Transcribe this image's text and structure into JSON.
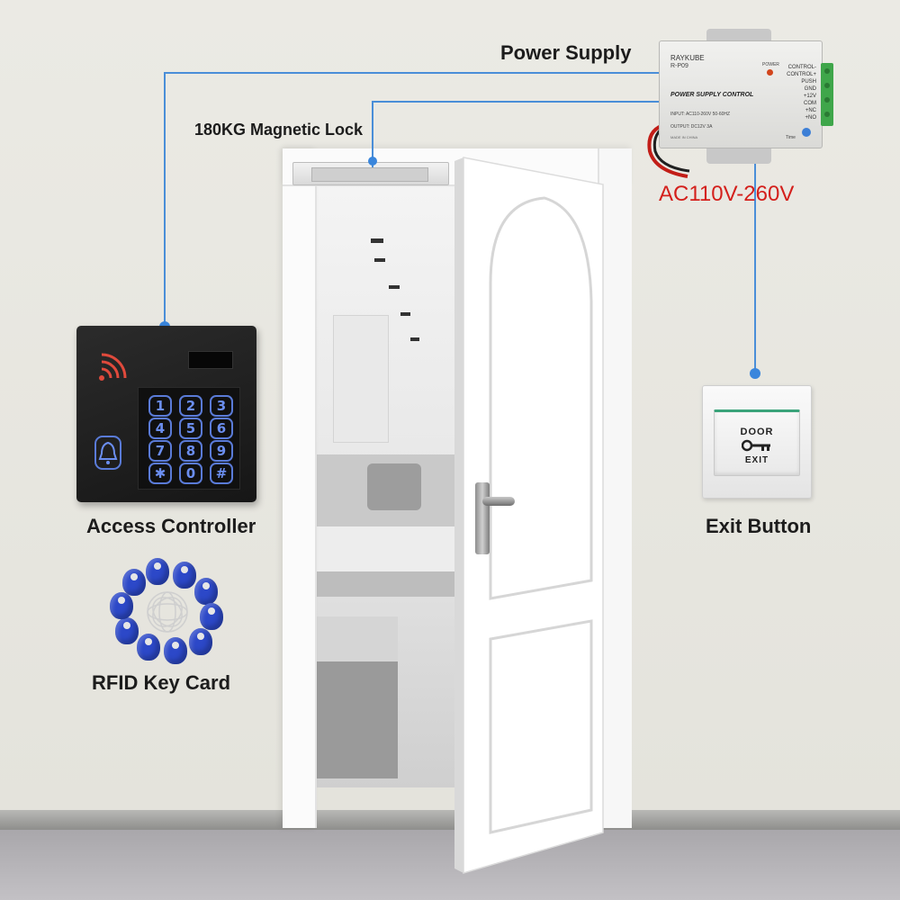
{
  "labels": {
    "power_supply": "Power Supply",
    "magnetic_lock": "180KG Magnetic Lock",
    "ac_voltage": "AC110V-260V",
    "access_controller": "Access Controller",
    "exit_button": "Exit Button",
    "rfid_key_card": "RFID Key Card"
  },
  "power_supply_unit": {
    "brand": "RAYKUBE",
    "model": "R-P09",
    "power_indicator": "POWER",
    "title": "POWER SUPPLY CONTROL",
    "input": "INPUT: AC110-260V 50-60HZ",
    "output": "OUTPUT: DC12V 3A",
    "made_in": "MADE IN CHINA",
    "time_label": "Time",
    "terminals": [
      "CONTROL-",
      "CONTROL+",
      "PUSH",
      "GND",
      "+12V",
      "COM",
      "+NC",
      "+NO"
    ]
  },
  "keypad": {
    "keys": [
      "1",
      "2",
      "3",
      "4",
      "5",
      "6",
      "7",
      "8",
      "9",
      "✱",
      "0",
      "#"
    ]
  },
  "exit_plate": {
    "top_text": "DOOR",
    "bottom_text": "EXIT"
  },
  "colors": {
    "wire": "#4a8ed8",
    "voltage_text": "#d4201c",
    "keypad_glow": "#6b8ef0",
    "rfid_tag": "#2c48c8",
    "wall": "#e7e6e0"
  }
}
